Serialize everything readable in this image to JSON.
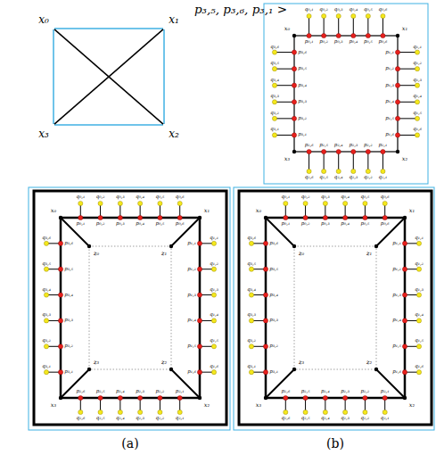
{
  "diagram": {
    "nodes": [
      {
        "text": [
          "x₀"
        ]
      },
      {
        "text": [
          "x₁"
        ]
      },
      {
        "text": [
          "x₂"
        ]
      },
      {
        "text": [
          "x₃"
        ]
      }
    ],
    "edges": [
      {
        "from": 0,
        "to": 1,
        "arrow": "none"
      },
      {
        "from": 1,
        "to": 2,
        "arrow": "none"
      },
      {
        "from": 2,
        "to": 3,
        "arrow": "none"
      },
      {
        "from": 3,
        "to": 0,
        "arrow": "none"
      },
      {
        "from": 0,
        "to": 2,
        "arrow": "none"
      },
      {
        "from": 1,
        "to": 3,
        "arrow": "none"
      }
    ],
    "labels": [
      "p₃,₅, p₃,₆, p₃,₁ >",
      "(a)",
      "(b)",
      "x₀",
      "x₁",
      "x₂",
      "x₃",
      "p₀,₁",
      "p₀,₂",
      "p₀,₃",
      "p₀,₄",
      "p₀,₅",
      "p₀,₆",
      "q₀,₁",
      "q₀,₂",
      "q₀,₃",
      "q₀,₄",
      "q₀,₅",
      "q₀,₆",
      "p₁,₁",
      "p₁,₂",
      "p₁,₃",
      "p₁,₄",
      "p₁,₅",
      "p₁,₆",
      "q₁,₁",
      "q₁,₂",
      "q₁,₃",
      "q₁,₄",
      "q₁,₅",
      "q₁,₆",
      "p₂,₁",
      "p₂,₂",
      "p₂,₃",
      "p₂,₄",
      "p₂,₅",
      "p₂,₆",
      "q₂,₁",
      "q₂,₂",
      "q₂,₃",
      "q₂,₄",
      "q₂,₅",
      "q₂,₆",
      "p₃,₁",
      "p₃,₂",
      "p₃,₃",
      "p₃,₄",
      "p₃,₅",
      "p₃,₆",
      "q₃,₁",
      "q₃,₂",
      "q₃,₃",
      "q₃,₄",
      "q₃,₅",
      "q₃,₆",
      "x₀",
      "x₁",
      "x₂",
      "x₃",
      "z₀",
      "z₁",
      "z₂",
      "z₃",
      "p₀,₁",
      "p₀,₂",
      "p₀,₃",
      "p₀,₄",
      "p₀,₅",
      "p₀,₆",
      "q₀,₁",
      "q₀,₂",
      "q₀,₃",
      "q₀,₄",
      "q₀,₅",
      "q₀,₆",
      "p₁,₁",
      "p₁,₂",
      "p₁,₃",
      "p₁,₄",
      "p₁,₅",
      "p₁,₆",
      "q₁,₁",
      "q₁,₂",
      "q₁,₃",
      "q₁,₄",
      "q₁,₅",
      "q₁,₆",
      "p₂,₁",
      "p₂,₂",
      "p₂,₃",
      "p₂,₄",
      "p₂,₅",
      "p₂,₆",
      "q₂,₁",
      "q₂,₂",
      "q₂,₃",
      "q₂,₄",
      "q₂,₅",
      "q₂,₆",
      "p₃,₁",
      "p₃,₂",
      "p₃,₃",
      "p₃,₄",
      "p₃,₅",
      "p₃,₆",
      "q₃,₁",
      "q₃,₂",
      "q₃,₃",
      "q₃,₄",
      "q₃,₅",
      "q₃,₆",
      "x₀",
      "x₁",
      "x₂",
      "x₃",
      "z₀",
      "z₁",
      "z₂",
      "z₃",
      "p₀,₁",
      "p₀,₂",
      "p₀,₃",
      "p₀,₄",
      "p₀,₅",
      "p₀,₆",
      "q₀,₁",
      "q₀,₂",
      "q₀,₃",
      "q₀,₄",
      "q₀,₅",
      "q₀,₆",
      "p₁,₁",
      "p₁,₂",
      "p₁,₃",
      "p₁,₄",
      "p₁,₅",
      "p₁,₆",
      "q₁,₁",
      "q₁,₂",
      "q₁,₃",
      "q₁,₄",
      "q₁,₅",
      "q₁,₆",
      "p₂,₁",
      "p₂,₂",
      "p₂,₃",
      "p₂,₄",
      "p₂,₅",
      "p₂,₆",
      "q₂,₁",
      "q₂,₂",
      "q₂,₃",
      "q₂,₄",
      "q₂,₅",
      "q₂,₆",
      "p₃,₁",
      "p₃,₂",
      "p₃,₃",
      "p₃,₄",
      "p₃,₅",
      "p₃,₆",
      "q₃,₁",
      "q₃,₂",
      "q₃,₃",
      "q₃,₄",
      "q₃,₅",
      "q₃,₆"
    ]
  }
}
